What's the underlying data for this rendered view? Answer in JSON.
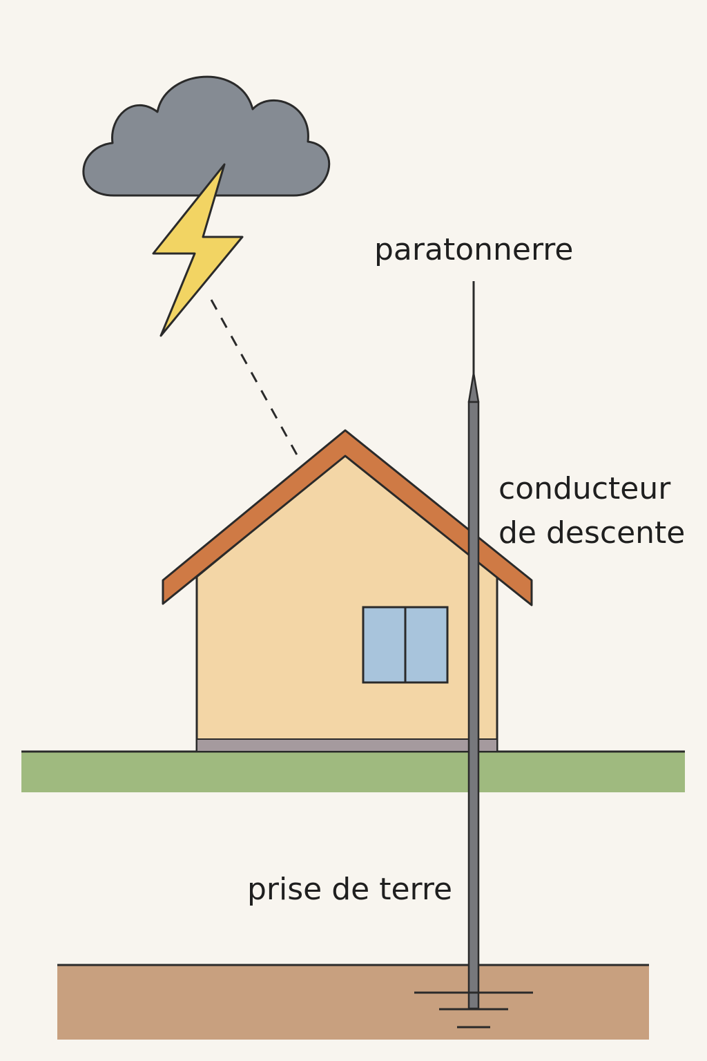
{
  "labels": {
    "paratonnerre": "paratonnerre",
    "conducteur_line1": "conducteur",
    "conducteur_line2": "de descente",
    "prise": "prise de terre"
  },
  "colors": {
    "background": "#f8f5ef",
    "cloud": "#858b93",
    "lightning": "#f2d463",
    "wall": "#f3d6a6",
    "roof": "#cf7a45",
    "window": "#a8c4dc",
    "grass": "#9fba7f",
    "soil": "#c8a07f",
    "rod": "#77787c",
    "outline": "#2a2a2a"
  }
}
